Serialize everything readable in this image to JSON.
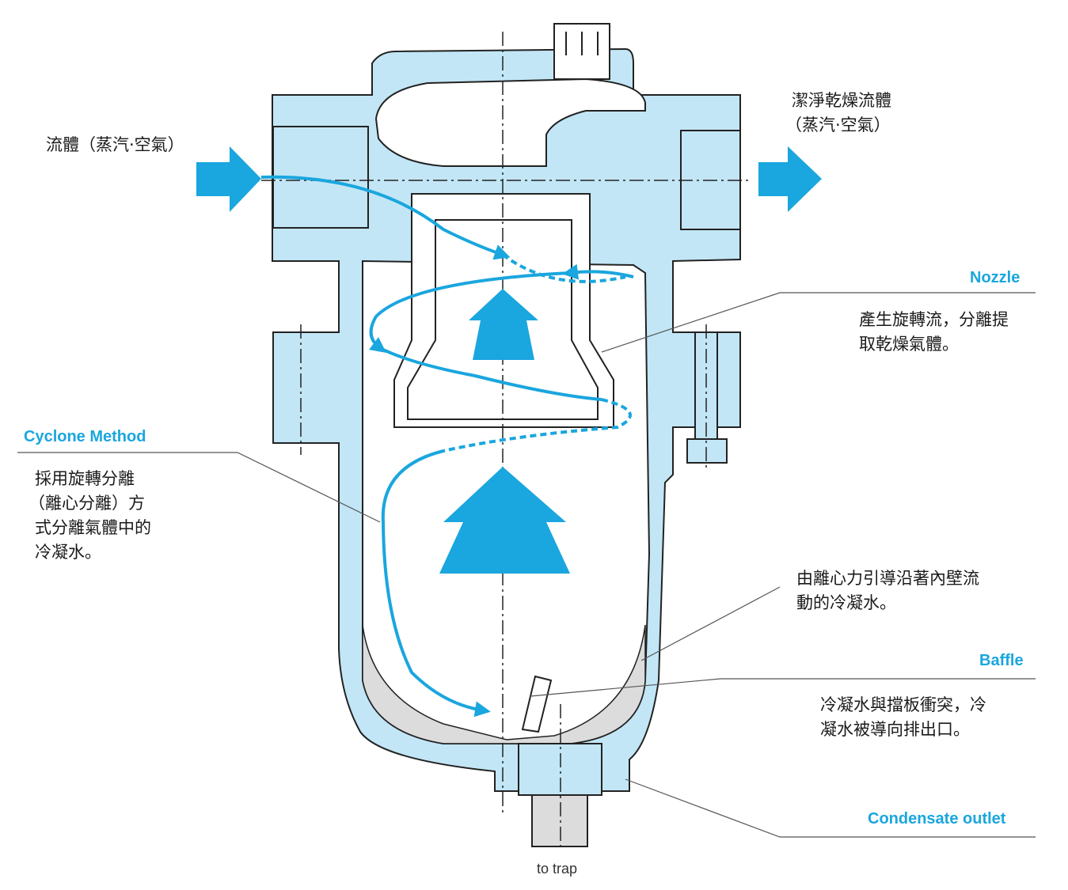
{
  "labels": {
    "inlet": "流體（蒸汽·空氣）",
    "outlet_line1": "潔淨乾燥流體",
    "outlet_line2": "（蒸汽·空氣）",
    "nozzle_title": "Nozzle",
    "nozzle_desc_line1": "產生旋轉流，分離提",
    "nozzle_desc_line2": "取乾燥氣體。",
    "cyclone_title": "Cyclone Method",
    "cyclone_desc_line1": "採用旋轉分離",
    "cyclone_desc_line2": "（離心分離）方",
    "cyclone_desc_line3": "式分離氣體中的",
    "cyclone_desc_line4": "冷凝水。",
    "wall_desc_line1": "由離心力引導沿著內壁流",
    "wall_desc_line2": "動的冷凝水。",
    "baffle_title": "Baffle",
    "baffle_desc_line1": "冷凝水與擋板衝突，冷",
    "baffle_desc_line2": "凝水被導向排出口。",
    "condensate_title": "Condensate outlet",
    "to_trap": "to trap"
  },
  "colors": {
    "body_fill": "#c2e6f6",
    "accent": "#1aa6de",
    "baffle_fill": "#dcdcdc",
    "line": "#222222"
  }
}
